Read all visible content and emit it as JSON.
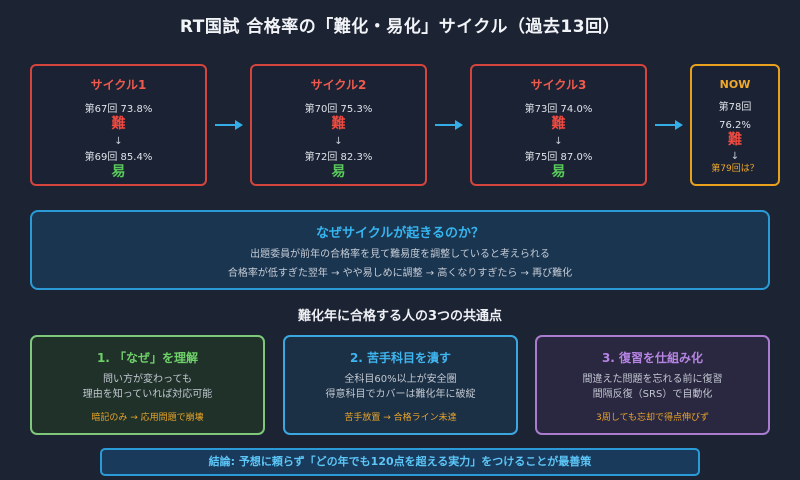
{
  "title": "RT国試 合格率の「難化・易化」サイクル（過去13回）",
  "cycles": [
    {
      "label": "サイクル1",
      "hard_line": "第67回 73.8%",
      "hard": "難",
      "down": "↓",
      "easy_line": "第69回 85.4%",
      "easy": "易"
    },
    {
      "label": "サイクル2",
      "hard_line": "第70回 75.3%",
      "hard": "難",
      "down": "↓",
      "easy_line": "第72回 82.3%",
      "easy": "易"
    },
    {
      "label": "サイクル3",
      "hard_line": "第73回 74.0%",
      "hard": "難",
      "down": "↓",
      "easy_line": "第75回 87.0%",
      "easy": "易"
    }
  ],
  "now": {
    "label": "NOW",
    "round": "第78回",
    "rate": "76.2%",
    "hard": "難",
    "down": "↓",
    "question": "第79回は？"
  },
  "why": {
    "title": "なぜサイクルが起きるのか？",
    "line1": "出題委員が前年の合格率を見て難易度を調整していると考えられる",
    "line2": "合格率が低すぎた翌年 → やや易しめに調整 → 高くなりすぎたら → 再び難化"
  },
  "section_title": "難化年に合格する人の3つの共通点",
  "cards": [
    {
      "title": "1. 「なぜ」を理解",
      "line1": "問い方が変わっても",
      "line2": "理由を知っていれば対応可能",
      "note": "暗記のみ → 応用問題で崩壊"
    },
    {
      "title": "2. 苦手科目を潰す",
      "line1": "全科目60%以上が安全圏",
      "line2": "得意科目でカバーは難化年に破綻",
      "note": "苦手放置 → 合格ライン未達"
    },
    {
      "title": "3. 復習を仕組み化",
      "line1": "間違えた問題を忘れる前に復習",
      "line2": "間隔反復（SRS）で自動化",
      "note": "3周しても忘却で得点伸びず"
    }
  ],
  "conclusion": "結論: 予想に頼らず「どの年でも120点を超える実力」をつけることが最善策",
  "colors": {
    "hard": "#ee4a40",
    "easy": "#58c95a",
    "arrow": "#35aee8",
    "now": "#e7a11c"
  }
}
